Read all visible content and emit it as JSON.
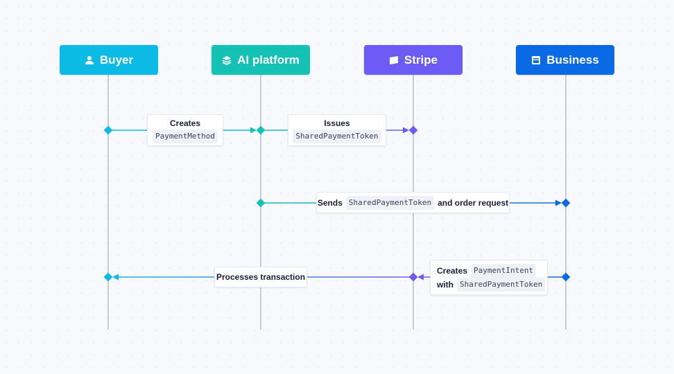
{
  "colors": {
    "buyer": "#0bbbe6",
    "ai_platform": "#13c2b5",
    "stripe": "#6b5cf6",
    "business": "#0a6ae6",
    "lifeline": "#c5ccd6"
  },
  "actors": [
    {
      "id": "buyer",
      "label": "Buyer",
      "icon": "user-icon"
    },
    {
      "id": "ai_platform",
      "label": "AI platform",
      "icon": "layers-icon"
    },
    {
      "id": "stripe",
      "label": "Stripe",
      "icon": "flag-icon"
    },
    {
      "id": "business",
      "label": "Business",
      "icon": "store-icon"
    }
  ],
  "messages": {
    "m1": {
      "from": "Buyer",
      "to": "AI platform",
      "line1": "Creates",
      "code": "PaymentMethod"
    },
    "m2": {
      "from": "AI platform",
      "to": "Stripe",
      "line1": "Issues",
      "code": "SharedPaymentToken"
    },
    "m3": {
      "from": "AI platform",
      "to": "Business",
      "pre": "Sends",
      "code": "SharedPaymentToken",
      "post": "and order request"
    },
    "m4": {
      "from": "Business",
      "to": "Stripe",
      "line1_pre": "Creates",
      "line1_code": "PaymentIntent",
      "line2_pre": "with",
      "line2_code": "SharedPaymentToken"
    },
    "m5": {
      "from": "Stripe",
      "to": "Buyer",
      "text": "Processes transaction"
    }
  }
}
